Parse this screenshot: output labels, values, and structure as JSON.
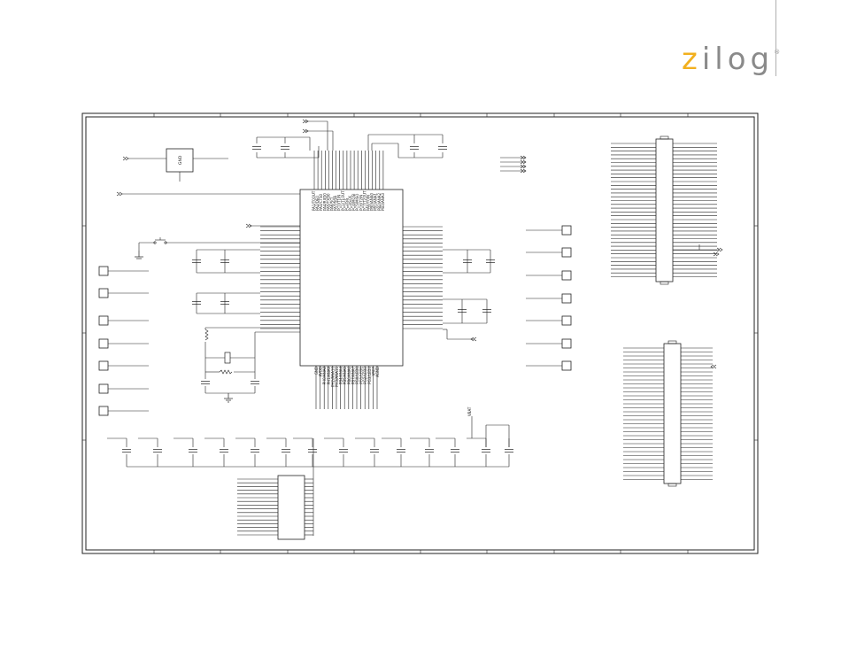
{
  "brand": {
    "name_z": "z",
    "name_rest": "ilog",
    "reg": "®"
  },
  "mcu": {
    "top_pins": [
      "PA1/T0OUT",
      "PA2/DE0",
      "PA3/CTS0",
      "PA4/RXD0",
      "PA5/TXD0",
      "PA6/SCL",
      "PA7/SDA",
      "PC0/T1IN",
      "PC1/T1OUT",
      "PC2/SS",
      "PC3/SCK",
      "PC4/MOSI",
      "PC5/MISO",
      "PC6/T2IN",
      "PC7/T2OUT",
      "PA0/T0IN",
      "PB0/ANA0",
      "PB1/ANA1",
      "PB2/ANA2",
      "PB3/ANA3"
    ],
    "bottom_pins": [
      "GND",
      "AVDD",
      "PH0/ANA8",
      "PH1/ANA9",
      "PH2/ANA10",
      "PH3/ANA11",
      "PB4/ANA4",
      "PB5/ANA5",
      "PB6/ANA6",
      "PB7/ANA7",
      "PG0/LED0",
      "PG1/LED1",
      "PG2/LED2",
      "PG3/LED3",
      "VREF",
      "AGND"
    ]
  },
  "regulator": {
    "label": "GND"
  },
  "vbat_label": "VBAT"
}
